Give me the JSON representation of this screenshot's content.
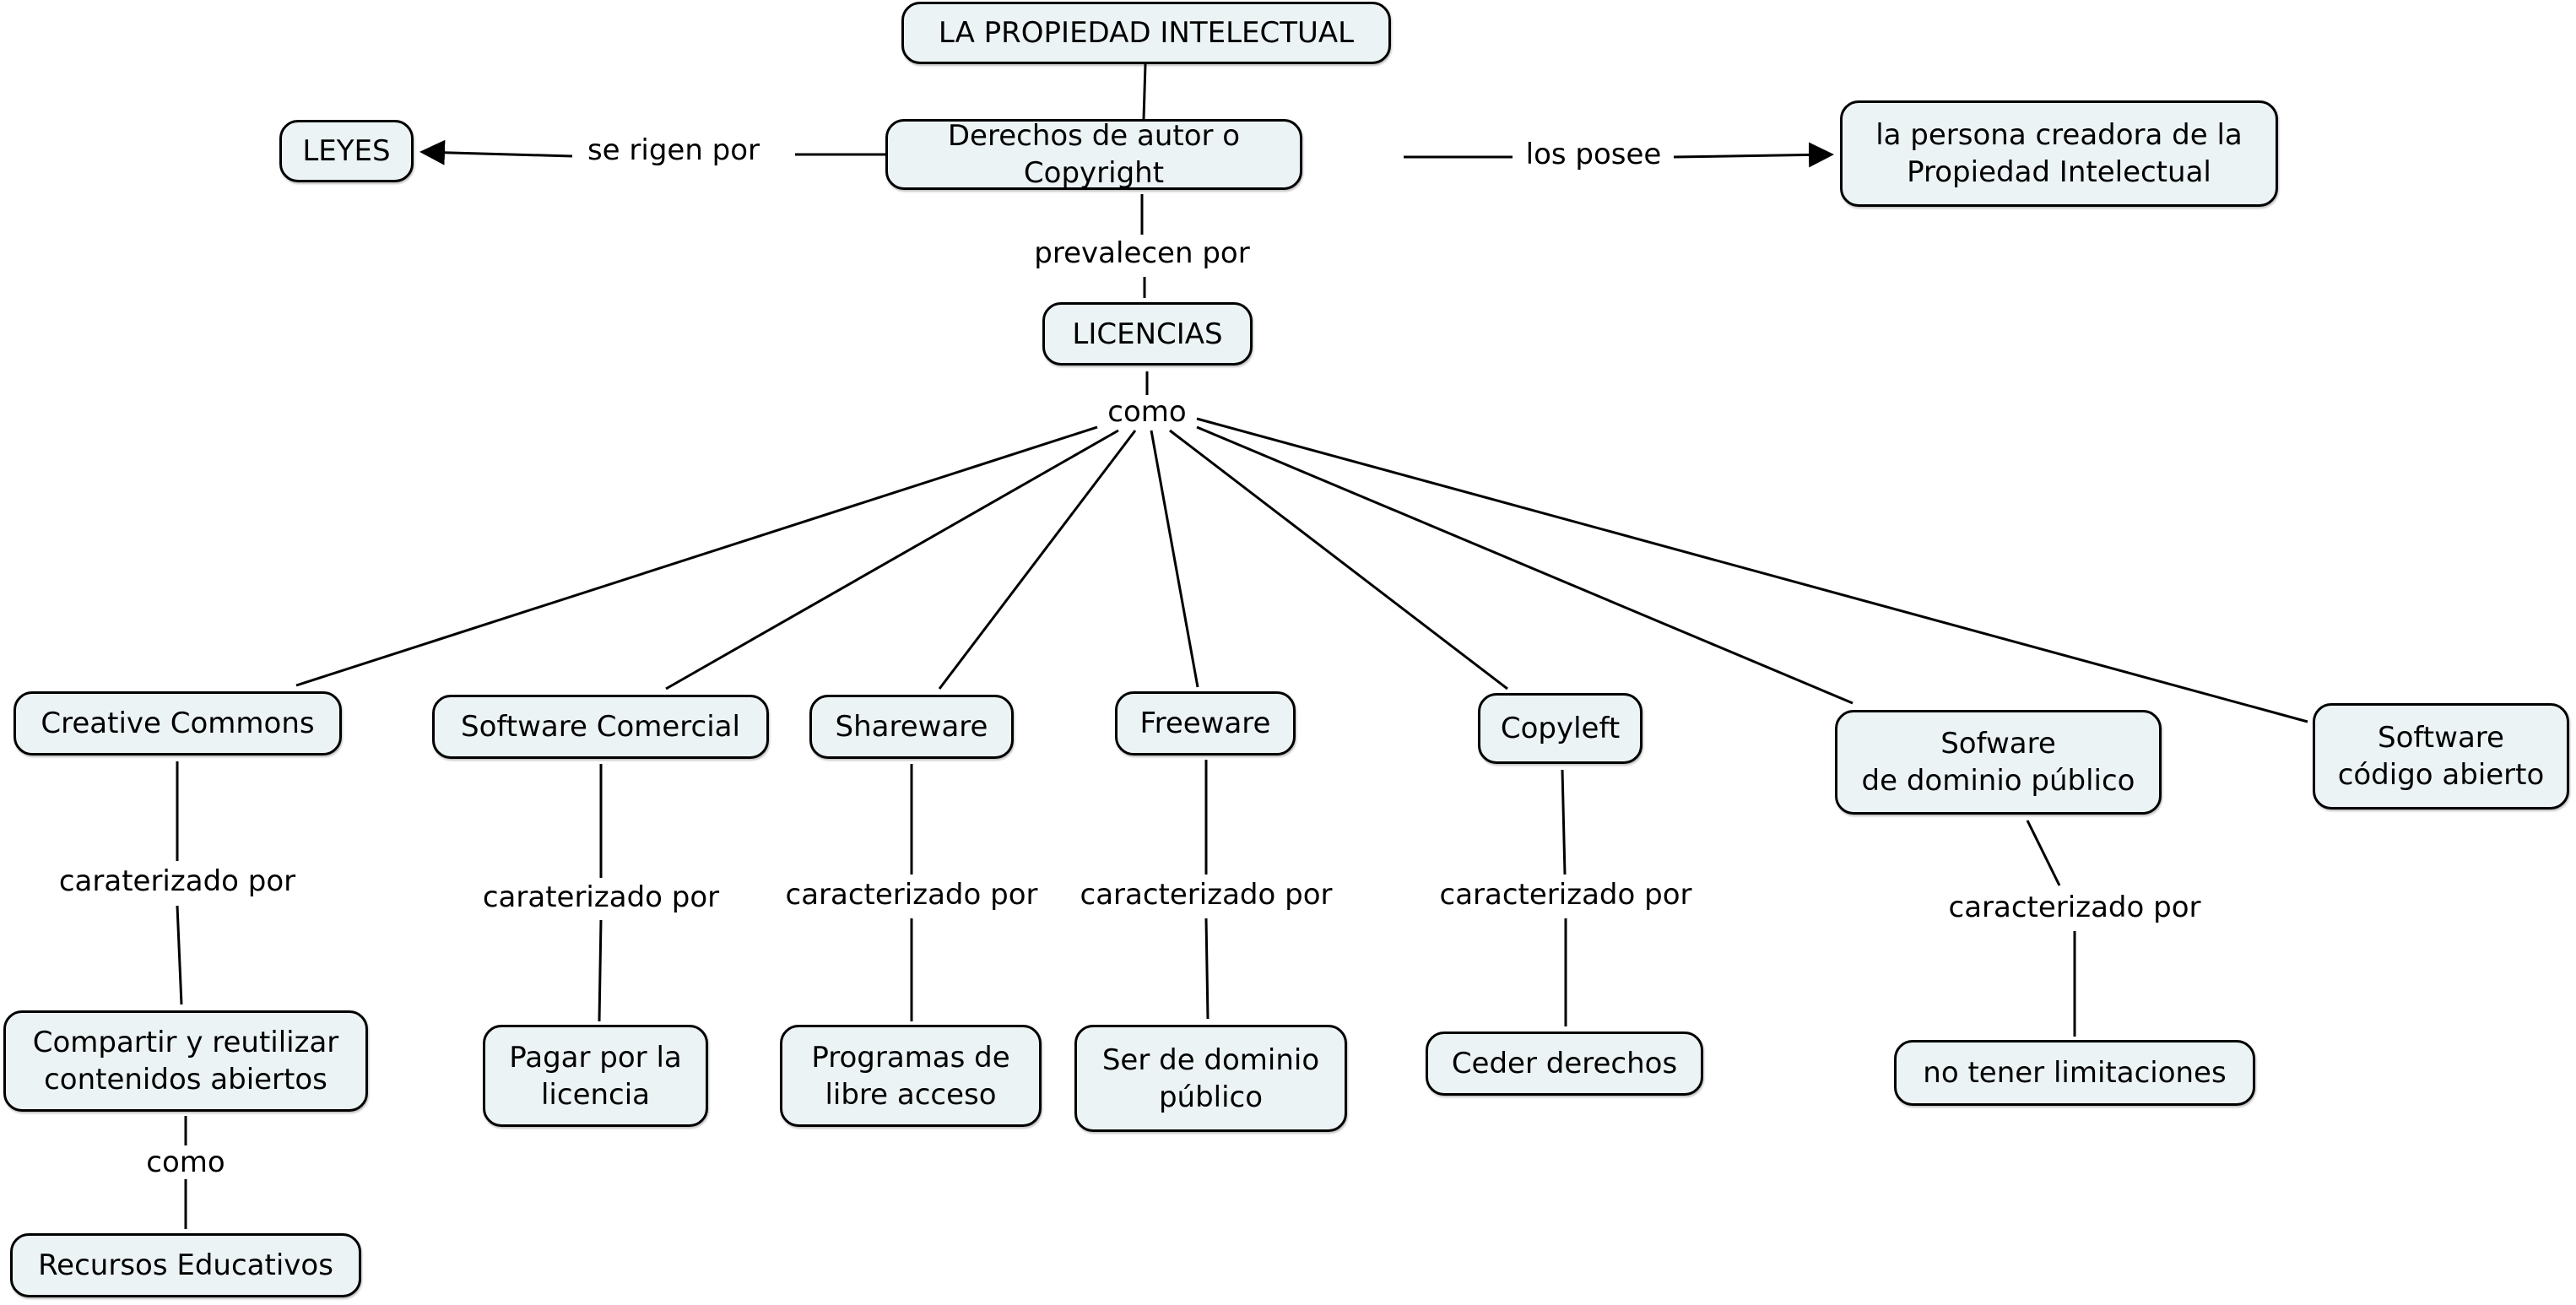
{
  "diagram": {
    "title": "LA PROPIEDAD INTELECTUAL",
    "colors": {
      "node_fill": "#ecf3f5",
      "node_border": "#000000",
      "line": "#000000",
      "background": "#ffffff"
    },
    "nodes": {
      "root": "LA PROPIEDAD INTELECTUAL",
      "derechos": "Derechos de autor o Copyright",
      "leyes": "LEYES",
      "persona": "la persona creadora de la\nPropiedad Intelectual",
      "licencias": "LICENCIAS",
      "creative_commons": "Creative Commons",
      "software_comercial": "Software Comercial",
      "shareware": "Shareware",
      "freeware": "Freeware",
      "copyleft": "Copyleft",
      "sofware_dominio": "Sofware\nde dominio público",
      "software_codigo": "Software\ncódigo abierto",
      "compartir": "Compartir y reutilizar\ncontenidos abiertos",
      "recursos": "Recursos Educativos",
      "pagar": "Pagar por la\nlicencia",
      "programas": "Programas de\nlibre acceso",
      "ser_dominio": "Ser de dominio\npúblico",
      "ceder": "Ceder derechos",
      "no_tener": "no tener limitaciones"
    },
    "links": {
      "se_rigen_por": "se rigen por",
      "los_posee": "los posee",
      "prevalecen_por": "prevalecen por",
      "como_licencias": "como",
      "cc_caract": "caraterizado por",
      "sc_caract": "caraterizado por",
      "sh_caract": "caracterizado por",
      "fr_caract": "caracterizado por",
      "cl_caract": "caracterizado por",
      "sd_caract": "caracterizado por",
      "como_compartir": "como"
    }
  }
}
